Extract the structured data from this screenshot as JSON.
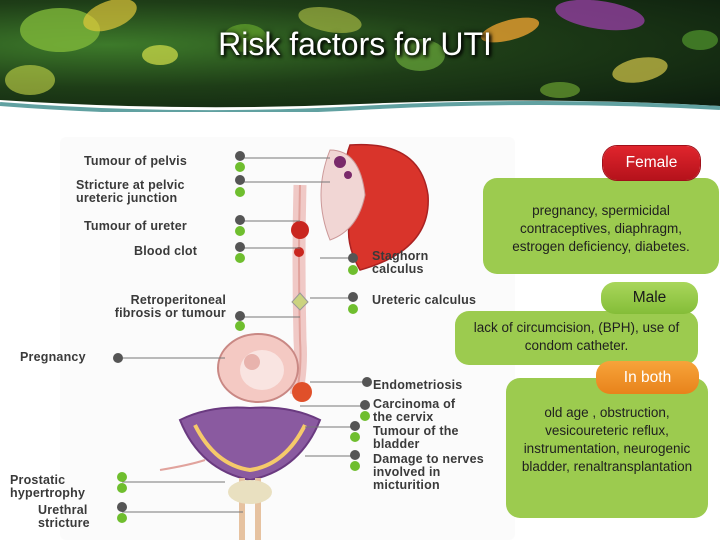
{
  "title": "Risk factors for UTI",
  "diagram_labels": {
    "tumour_pelvis": "Tumour of pelvis",
    "stricture": "Stricture at pelvic ureteric junction",
    "tumour_ureter": "Tumour of ureter",
    "blood_clot": "Blood clot",
    "retroperitoneal": "Retroperitoneal fibrosis or tumour",
    "pregnancy": "Pregnancy",
    "prostatic": "Prostatic hypertrophy",
    "urethral": "Urethral stricture",
    "staghorn": "Staghorn calculus",
    "ureteric_calculus": "Ureteric calculus",
    "endometriosis": "Endometriosis",
    "carcinoma": "Carcinoma of the cervix",
    "tumour_bladder": "Tumour of the bladder",
    "damage_nerves": "Damage to nerves involved in micturition"
  },
  "female": {
    "label": "Female",
    "text": "pregnancy, spermicidal contraceptives, diaphragm, estrogen deficiency, diabetes."
  },
  "male": {
    "label": "Male",
    "text": "lack of circumcision, (BPH), use of condom catheter."
  },
  "both": {
    "label": "In both",
    "text": "old age , obstruction, vesicoureteric reflux, instrumentation, neurogenic bladder, renaltransplantation"
  },
  "colors": {
    "female": "#c8161f",
    "male": "#94c948",
    "both": "#f29431",
    "box": "#9ccb4f",
    "dot_green": "#6fbe2e",
    "dot_gray": "#555555"
  }
}
